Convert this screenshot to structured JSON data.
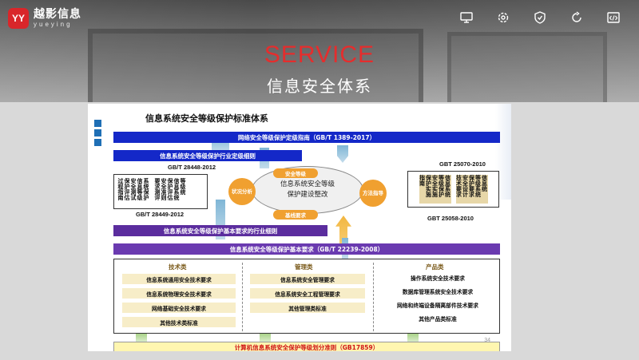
{
  "brand": {
    "logo_mark": "YY",
    "name_cn": "越影信息",
    "name_en": "yueying"
  },
  "header_icons": [
    "monitor-icon",
    "settings-icon",
    "shield-icon",
    "refresh-icon",
    "code-icon"
  ],
  "hero": {
    "title_en": "SERVICE",
    "title_cn": "信息安全体系"
  },
  "slide": {
    "title": "信息系统安全等级保护标准体系",
    "page_number": "34",
    "bar_guide": "网络安全等级保护定级指南（GB/T 1389-2017）",
    "bar_industry_grading": "信息系统安全等级保护行业定级细则",
    "gb_28448": "GB/T 28448-2012",
    "gb_28449": "GB/T 28449-2012",
    "gb_25070": "GBT 25070-2010",
    "gb_25058": "GBT 25058-2010",
    "left_box": {
      "group1": [
        "过程指南",
        "保护评估",
        "安全测试",
        "信息等级",
        "系统保护"
      ],
      "group2": [
        "要求测评",
        "安全准则",
        "保护评估",
        "信息系统",
        "等级统"
      ]
    },
    "right_box": {
      "group1": [
        "指南",
        "保护实施",
        "安全实施",
        "等级保护",
        "信息系统"
      ],
      "group2": [
        "技术要求",
        "安全设计",
        "保护要求",
        "等级系统",
        "信息统"
      ]
    },
    "ellipse_text_line1": "信息系统安全等级",
    "ellipse_text_line2": "保护建设整改",
    "oval_top": "安全等级",
    "oval_bottom": "基线要求",
    "circle_left": "状况分析",
    "circle_right": "方法指导",
    "bar_industry_baseline": "信息系统安全等级保护基本要求的行业细则",
    "bar_baseline": "信息系统安全等级保护基本要求（GB/T 22239-2008）",
    "categories": {
      "tech_head": "技术类",
      "mgmt_head": "管理类",
      "prod_head": "产品类",
      "tech_items": [
        "信息系统通用安全技术要求",
        "信息系统物理安全技术要求",
        "网络基础安全技术要求",
        "其他技术类标准"
      ],
      "mgmt_items": [
        "信息系统安全管理要求",
        "信息系统安全工程管理要求",
        "其他管理类标准"
      ],
      "prod_items": [
        "操作系统安全技术要求",
        "数据库管理系统安全技术要求",
        "网络和终端设备隔离部件技术要求",
        "其他产品类标准"
      ]
    },
    "bar_bottom": "计算机信息系统安全保护等级划分准则（GB17859）"
  }
}
